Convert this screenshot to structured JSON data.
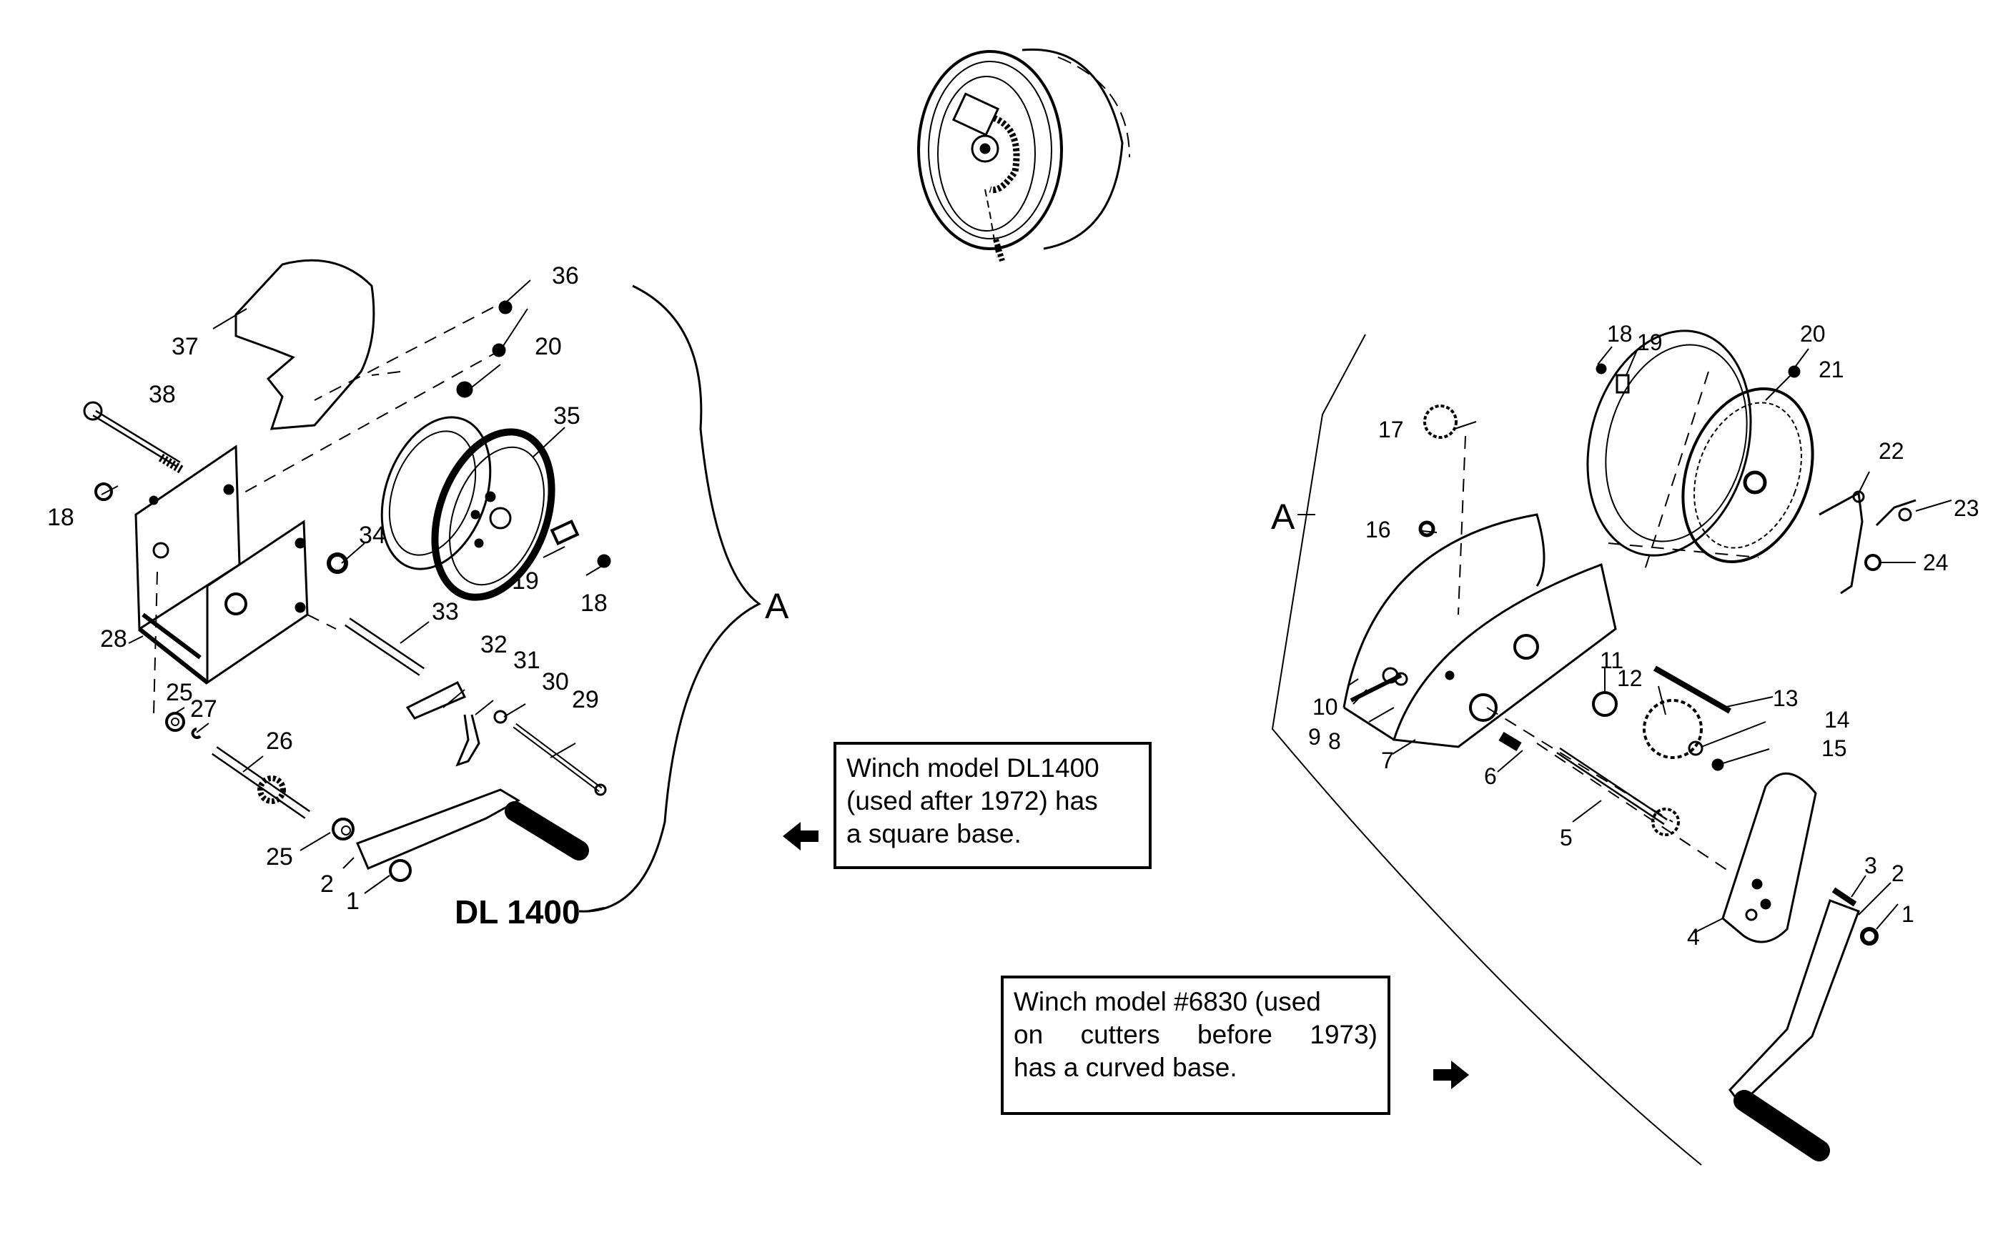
{
  "diagram": {
    "title": "Winch exploded parts diagram",
    "section_label": "A",
    "top_detail": "cable-reel-detail",
    "left_model": {
      "name": "DL 1400",
      "part_numbers": [
        "1",
        "2",
        "18",
        "18",
        "19",
        "20",
        "25",
        "25",
        "26",
        "27",
        "28",
        "29",
        "30",
        "31",
        "32",
        "33",
        "34",
        "35",
        "36",
        "37",
        "38"
      ]
    },
    "right_model": {
      "name": "#6830",
      "part_numbers": [
        "1",
        "2",
        "3",
        "4",
        "5",
        "6",
        "7",
        "8",
        "9",
        "10",
        "11",
        "12",
        "13",
        "14",
        "15",
        "16",
        "17",
        "18",
        "19",
        "20",
        "21",
        "22",
        "23",
        "24"
      ]
    },
    "labels": {
      "l1": "1",
      "l2": "2",
      "l18a": "18",
      "l18b": "18",
      "l19": "19",
      "l20": "20",
      "l25a": "25",
      "l25b": "25",
      "l26": "26",
      "l27": "27",
      "l28": "28",
      "l29": "29",
      "l30": "30",
      "l31": "31",
      "l32": "32",
      "l33": "33",
      "l34": "34",
      "l35": "35",
      "l36": "36",
      "l37": "37",
      "l38": "38",
      "r1": "1",
      "r2": "2",
      "r3": "3",
      "r4": "4",
      "r5": "5",
      "r6": "6",
      "r7": "7",
      "r8": "8",
      "r9": "9",
      "r10": "10",
      "r11": "11",
      "r12": "12",
      "r13": "13",
      "r14": "14",
      "r15": "15",
      "r16": "16",
      "r17": "17",
      "r18": "18",
      "r19": "19",
      "r20": "20",
      "r21": "21",
      "r22": "22",
      "r23": "23",
      "r24": "24",
      "a_left": "A",
      "a_right": "A",
      "model_dl": "DL 1400"
    },
    "notes": {
      "dl1400": {
        "line1": "Winch model DL1400",
        "line2": "(used after 1972) has",
        "line3": "a square base.",
        "arrow": "left-arrow"
      },
      "m6830": {
        "line1": "Winch model #6830 (used",
        "line2": "on cutters before 1973)",
        "line3": "has a curved base.",
        "arrow": "right-arrow"
      }
    }
  }
}
